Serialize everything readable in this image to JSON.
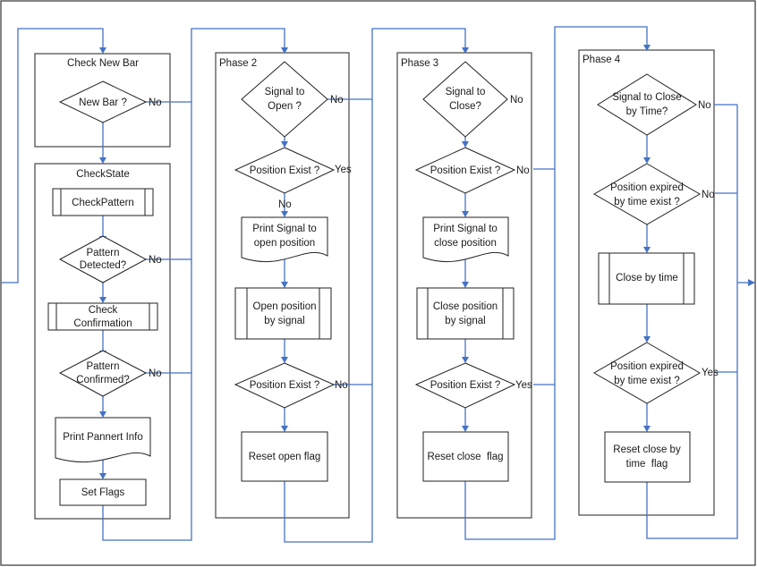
{
  "colors": {
    "connector": "#4472c4",
    "border": "#222222",
    "background": "#ffffff"
  },
  "containers": {
    "check_new_bar": "Check New Bar",
    "check_state": "CheckState",
    "phase2": "Phase 2",
    "phase3": "Phase 3",
    "phase4": "Phase 4"
  },
  "nodes": {
    "new_bar": [
      "New Bar ?"
    ],
    "check_pattern": [
      "CheckPattern"
    ],
    "pattern_detected": [
      "Pattern",
      "Detected?"
    ],
    "check_confirmation": [
      "Check",
      "Confirmation"
    ],
    "pattern_confirmed": [
      "Pattern",
      "Confirmed?"
    ],
    "print_pattern_info": [
      "Print Pannert Info"
    ],
    "set_flags": [
      "Set Flags"
    ],
    "signal_to_open": [
      "Signal to",
      "Open ?"
    ],
    "p2_position_exist_1": [
      "Position Exist ?"
    ],
    "print_signal_open": [
      "Print Signal to",
      "open position"
    ],
    "open_by_signal": [
      "Open position",
      "by signal"
    ],
    "p2_position_exist_2": [
      "Position Exist ?"
    ],
    "reset_open_flag": [
      "Reset open flag"
    ],
    "signal_to_close": [
      "Signal to",
      "Close?"
    ],
    "p3_position_exist_1": [
      "Position Exist ?"
    ],
    "print_signal_close": [
      "Print Signal to",
      "close position"
    ],
    "close_by_signal": [
      "Close position",
      "by signal"
    ],
    "p3_position_exist_2": [
      "Position Exist ?"
    ],
    "reset_close_flag": [
      "Reset close  flag"
    ],
    "signal_close_by_time": [
      "Signal to Close",
      "by Time?"
    ],
    "expired_exist_1": [
      "Position expired",
      "by time exist ?"
    ],
    "close_by_time": [
      "Close by time"
    ],
    "expired_exist_2": [
      "Position expired",
      "by time exist ?"
    ],
    "reset_close_time_flag": [
      "Reset close by",
      "time  flag"
    ]
  },
  "branch_labels": {
    "new_bar_no": "No",
    "pattern_detected_no": "No",
    "pattern_confirmed_no": "No",
    "signal_open_no": "No",
    "p2_exist1_yes": "Yes",
    "p2_exist1_no": "No",
    "p2_exist2_no": "No",
    "signal_close_no": "No",
    "p3_exist1_no": "No",
    "p3_exist2_yes": "Yes",
    "time_signal_no": "No",
    "expired1_no": "No",
    "expired2_yes": "Yes"
  }
}
